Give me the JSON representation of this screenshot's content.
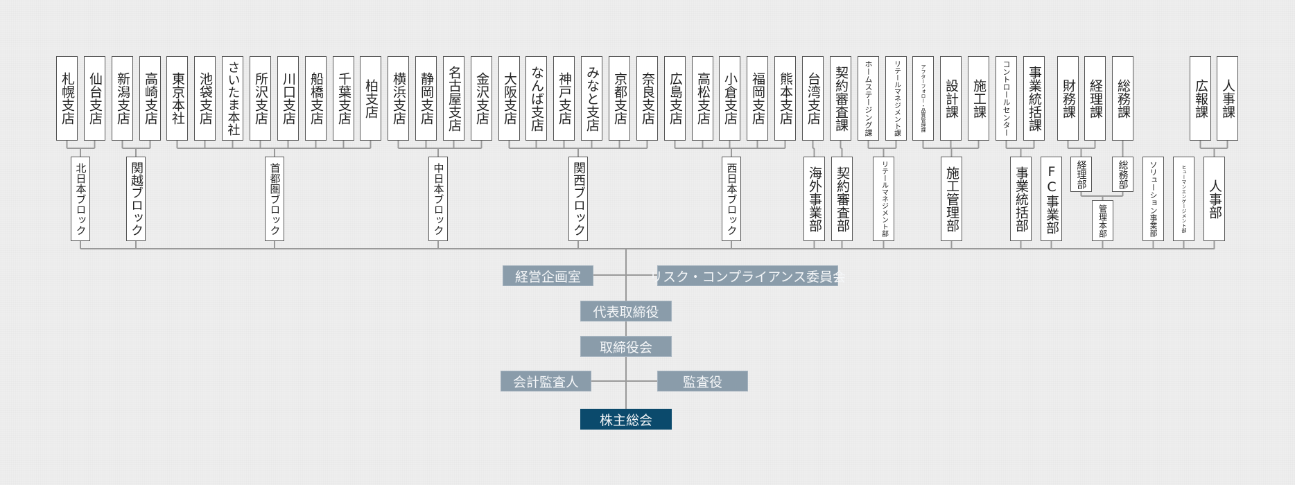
{
  "colors": {
    "line": "#999999",
    "box_border": "#555555",
    "exec_box": "#8a9caa",
    "shareholders_box": "#0b4a6c",
    "background": "#eeeeee"
  },
  "sections": [
    "札幌支店",
    "仙台支店",
    "新潟支店",
    "高崎支店",
    "東京本社",
    "池袋支店",
    "さいたま本社",
    "所沢支店",
    "川口支店",
    "船橋支店",
    "千葉支店",
    "柏支店",
    "横浜支店",
    "静岡支店",
    "名古屋支店",
    "金沢支店",
    "大阪支店",
    "なんば支店",
    "神戸支店",
    "みなと支店",
    "京都支店",
    "奈良支店",
    "広島支店",
    "高松支店",
    "小倉支店",
    "福岡支店",
    "熊本支店",
    "台湾支店",
    "契約審査課",
    "ホームステージング課",
    "リテールマネジメント課",
    "アフターフォロー・品質管理課",
    "設計課",
    "施工課",
    "コントロールセンター",
    "事業統括課",
    "財務課",
    "経理課",
    "総務課",
    "広報課",
    "人事課"
  ],
  "divisions": [
    {
      "label": "北日本ブロック",
      "children": [
        0,
        1
      ]
    },
    {
      "label": "関越ブロック",
      "children": [
        2,
        3
      ]
    },
    {
      "label": "首都圏ブロック",
      "children": [
        4,
        5,
        6,
        7,
        8,
        9,
        10,
        11
      ]
    },
    {
      "label": "中日本ブロック",
      "children": [
        12,
        13,
        14,
        15
      ]
    },
    {
      "label": "関西ブロック",
      "children": [
        16,
        17,
        18,
        19,
        20,
        21
      ]
    },
    {
      "label": "西日本ブロック",
      "children": [
        22,
        23,
        24,
        25,
        26
      ]
    },
    {
      "label": "海外事業部",
      "children": [
        27
      ]
    },
    {
      "label": "契約審査部",
      "children": [
        28
      ]
    },
    {
      "label": "リテールマネジメント部",
      "children": [
        29,
        30
      ]
    },
    {
      "label": "施工管理部",
      "children": [
        31,
        32,
        33
      ]
    },
    {
      "label": "事業統括部",
      "children": [
        34,
        35
      ]
    },
    {
      "label": "FC事業部",
      "children": []
    },
    {
      "label": "経理部",
      "children": [
        36,
        37
      ]
    },
    {
      "label": "総務部",
      "children": [
        38
      ]
    },
    {
      "label": "管理本部",
      "children": []
    },
    {
      "label": "ソリューション事業部",
      "children": []
    },
    {
      "label": "ヒューマンエンゲージメント部",
      "children": []
    },
    {
      "label": "人事部",
      "children": [
        39,
        40
      ]
    }
  ],
  "management_hq_children": [
    12,
    13
  ],
  "executive": {
    "corporate_planning": "経営企画室",
    "risk_compliance": "リスク・コンプライアンス委員会",
    "ceo": "代表取締役",
    "board": "取締役会",
    "accounting_auditor": "会計監査人",
    "auditor": "監査役",
    "shareholders": "株主総会"
  }
}
